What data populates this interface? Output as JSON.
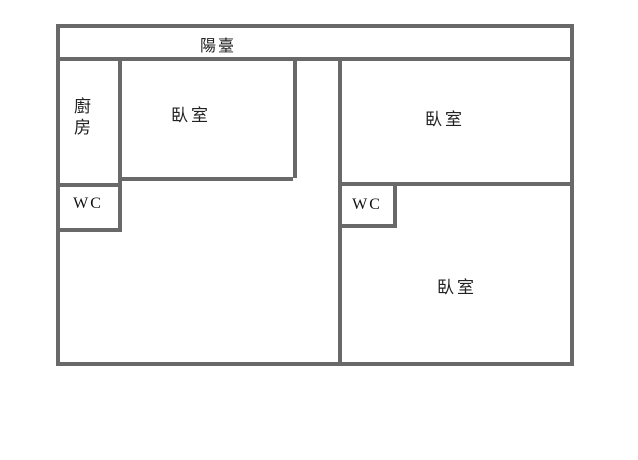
{
  "colors": {
    "wall": "#696969",
    "text": "#222222",
    "background": "#ffffff"
  },
  "floorplan": {
    "type": "apartment-floor-plan",
    "rooms": {
      "balcony": {
        "label": "陽臺"
      },
      "kitchen": {
        "label": "廚房"
      },
      "bedroom_left": {
        "label": "臥室"
      },
      "wc_left": {
        "label": "WC"
      },
      "bedroom_right_top": {
        "label": "臥室"
      },
      "wc_right": {
        "label": "WC"
      },
      "bedroom_right_bottom": {
        "label": "臥室"
      }
    }
  }
}
